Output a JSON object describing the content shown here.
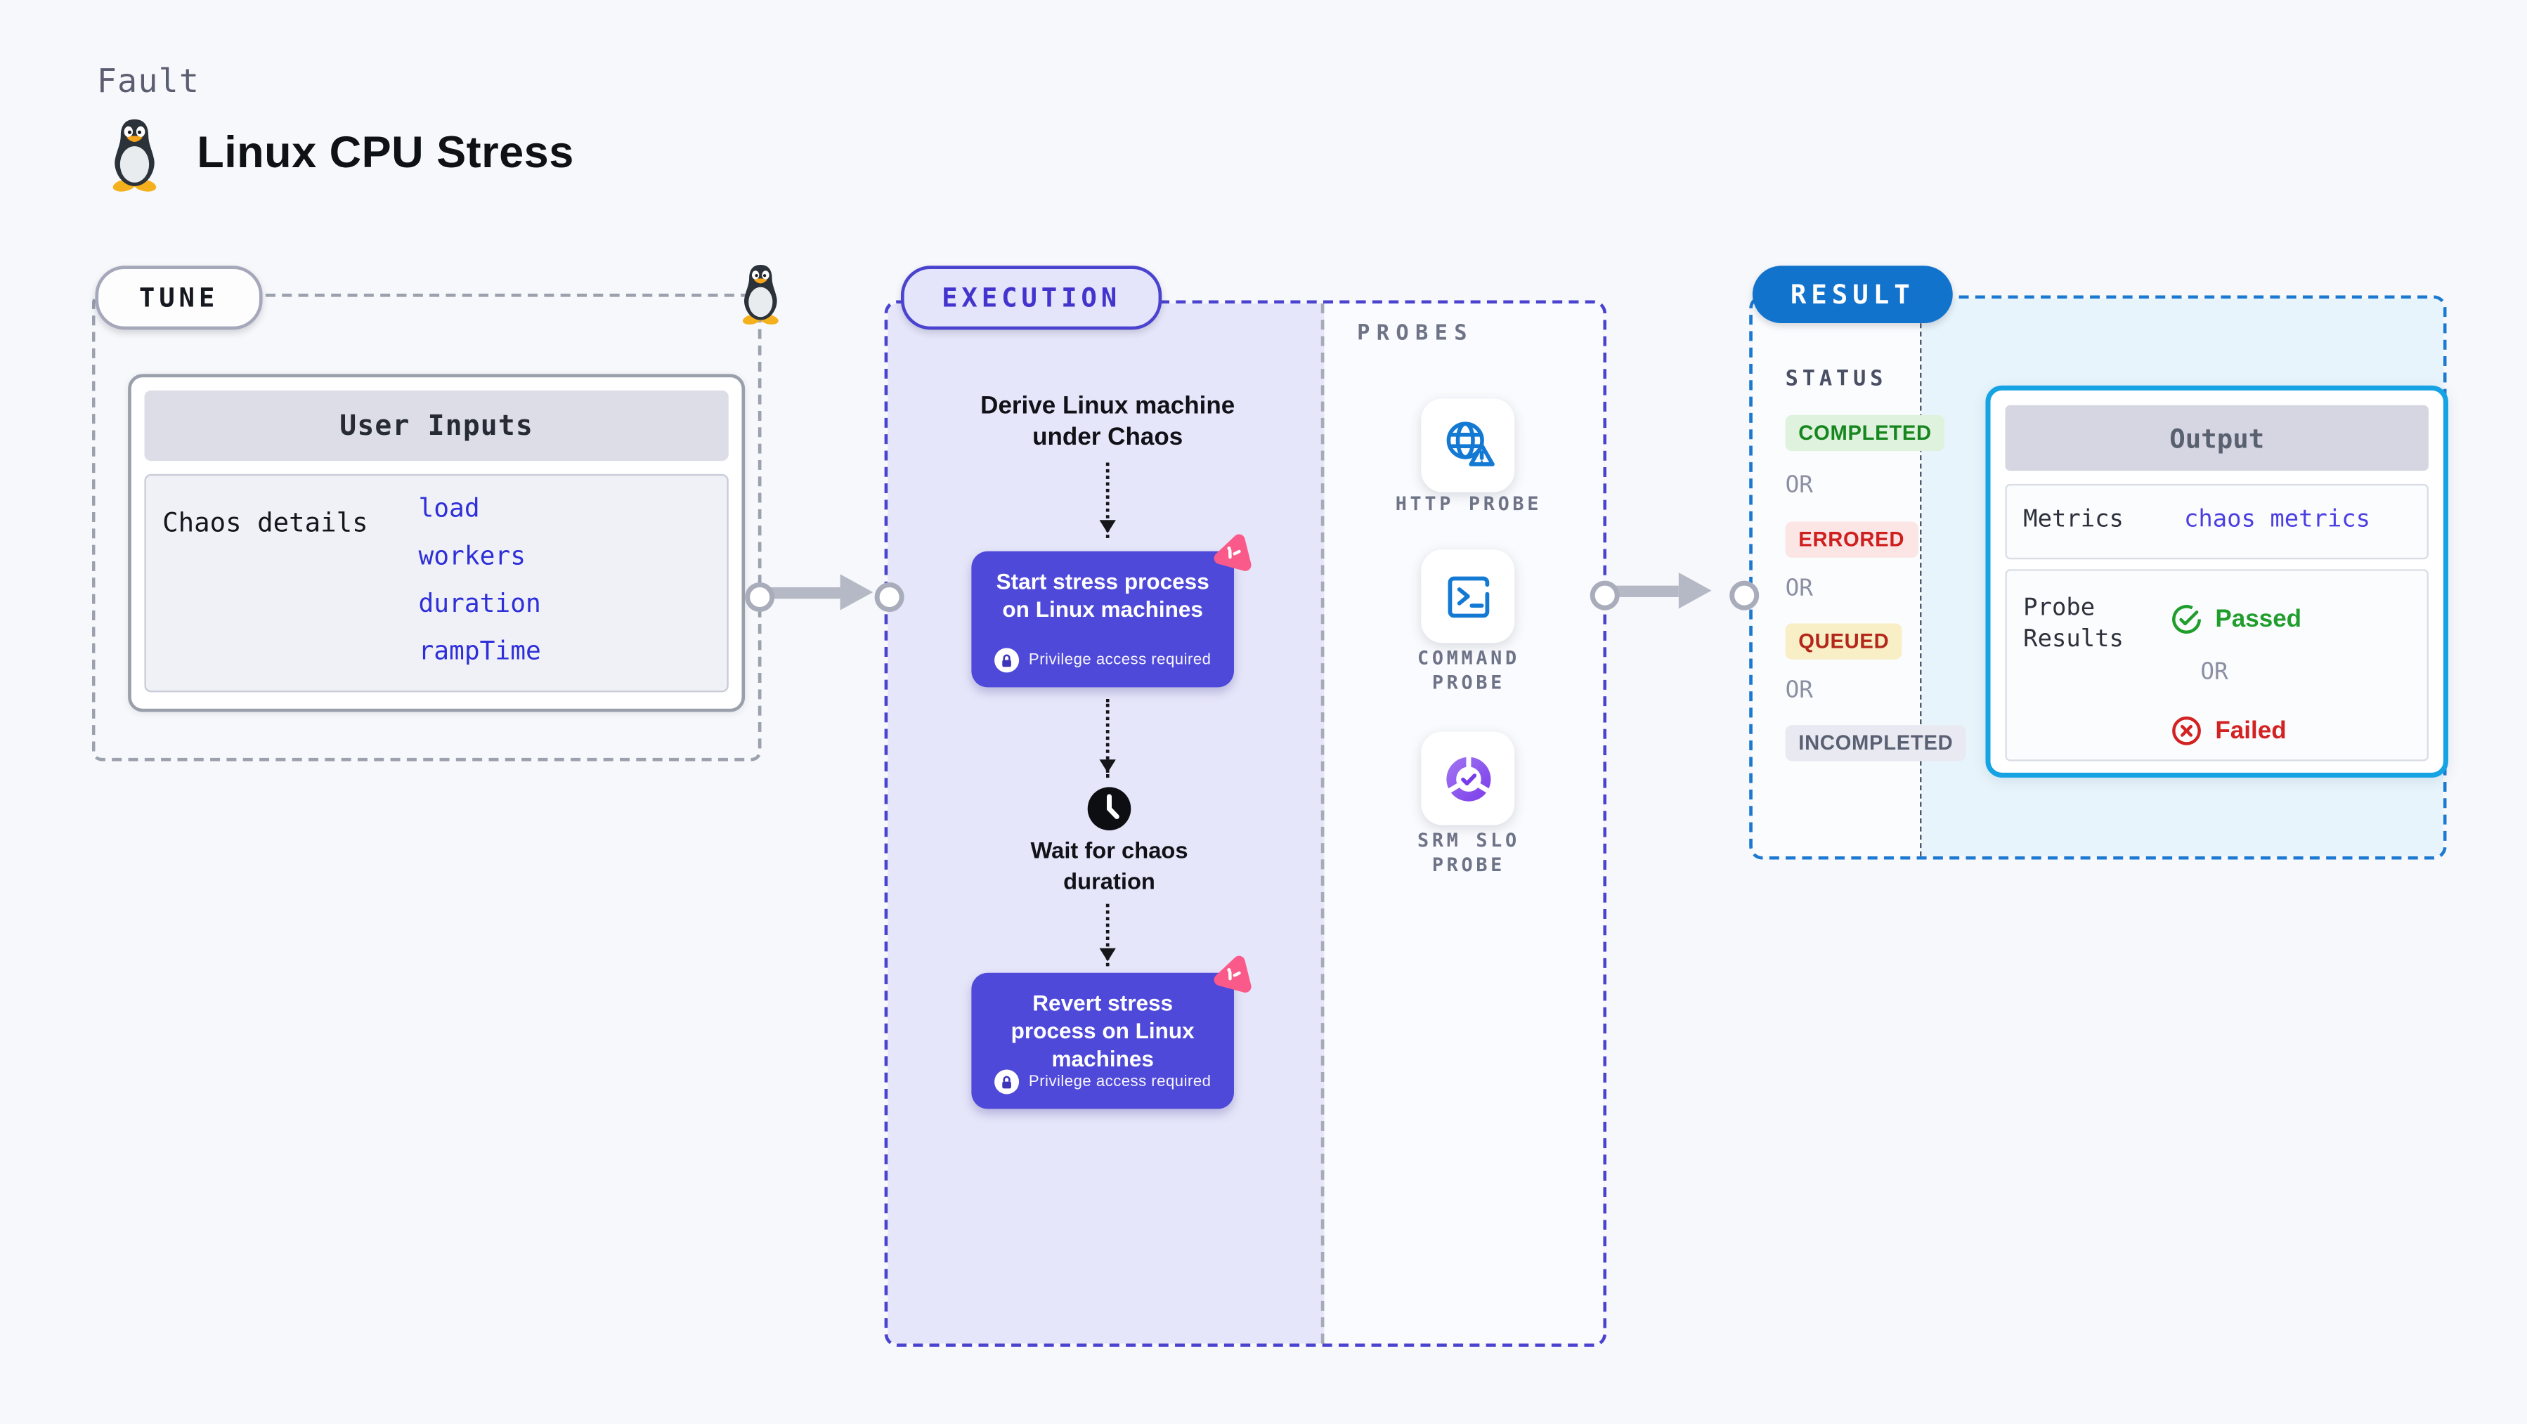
{
  "header": {
    "eyebrow": "Fault",
    "title": "Linux CPU Stress",
    "icon": "tux-penguin"
  },
  "tune": {
    "badge": "TUNE",
    "card_title": "User Inputs",
    "row_label": "Chaos details",
    "inputs": [
      "load",
      "workers",
      "duration",
      "rampTime"
    ]
  },
  "execution": {
    "badge": "EXECUTION",
    "derive_label": "Derive Linux machine under Chaos",
    "wait_label": "Wait for chaos duration",
    "steps": [
      {
        "label": "Start stress process on Linux machines",
        "note": "Privilege access required"
      },
      {
        "label": "Revert stress process on Linux machines",
        "note": "Privilege access required"
      }
    ]
  },
  "probes": {
    "heading": "PROBES",
    "items": [
      {
        "icon": "globe-warning-icon",
        "label": "HTTP PROBE"
      },
      {
        "icon": "terminal-icon",
        "label": "COMMAND PROBE"
      },
      {
        "icon": "slo-donut-icon",
        "label": "SRM SLO PROBE"
      }
    ]
  },
  "result": {
    "badge": "RESULT",
    "status_heading": "STATUS",
    "or_label": "OR",
    "statuses": [
      {
        "label": "COMPLETED",
        "kind": "completed"
      },
      {
        "label": "ERRORED",
        "kind": "errored"
      },
      {
        "label": "QUEUED",
        "kind": "queued"
      },
      {
        "label": "INCOMPLETED",
        "kind": "incompleted"
      }
    ],
    "output": {
      "title": "Output",
      "metrics_label": "Metrics",
      "metrics_value": "chaos metrics",
      "probe_results_label": "Probe Results",
      "passed": "Passed",
      "failed": "Failed"
    }
  },
  "colors": {
    "page_bg": "#f7f8fb",
    "indigo_border": "#4a43cf",
    "step_button": "#4f49d9",
    "execution_panel": "#e6e6fa",
    "result_blue": "#1273cd",
    "output_border": "#16a3e4",
    "output_panel_bg": "#e8f4fb",
    "link_blue": "#2e2fd8",
    "probe_icon_blue": "#1379d3",
    "chaos_logo_pink": "#fa5a8a",
    "completed_green": "#17861f",
    "errored_red": "#cf1f1f",
    "queued_amber_bg": "#f9efc7",
    "passed_green": "#1f9e2c",
    "failed_red": "#d32222"
  }
}
